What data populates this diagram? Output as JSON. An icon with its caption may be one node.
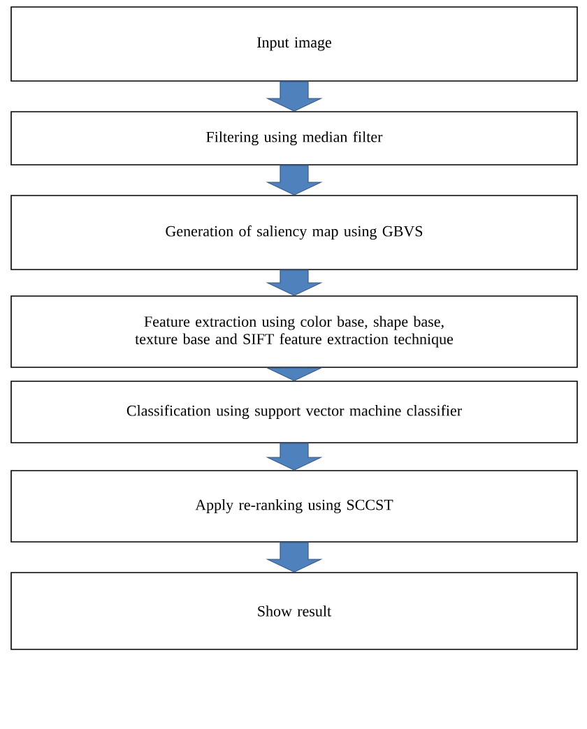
{
  "diagram": {
    "nodes": [
      {
        "text": [
          "Input image"
        ]
      },
      {
        "text": [
          "Filtering using median filter"
        ]
      },
      {
        "text": [
          "Generation of saliency map using GBVS"
        ]
      },
      {
        "text": [
          "Feature extraction using color base, shape base, texture base and SIFT feature extraction technique"
        ]
      },
      {
        "text": [
          "Classification using support vector machine classifier"
        ]
      },
      {
        "text": [
          "Apply re-ranking using  SCCST"
        ]
      },
      {
        "text": [
          "Show result"
        ]
      }
    ],
    "edges": [
      {
        "from": 0,
        "to": 1,
        "arrow": "to"
      },
      {
        "from": 1,
        "to": 2,
        "arrow": "to"
      },
      {
        "from": 2,
        "to": 3,
        "arrow": "to"
      },
      {
        "from": 3,
        "to": 4,
        "arrow": "to"
      },
      {
        "from": 4,
        "to": 5,
        "arrow": "to"
      },
      {
        "from": 5,
        "to": 6,
        "arrow": "to"
      }
    ]
  }
}
